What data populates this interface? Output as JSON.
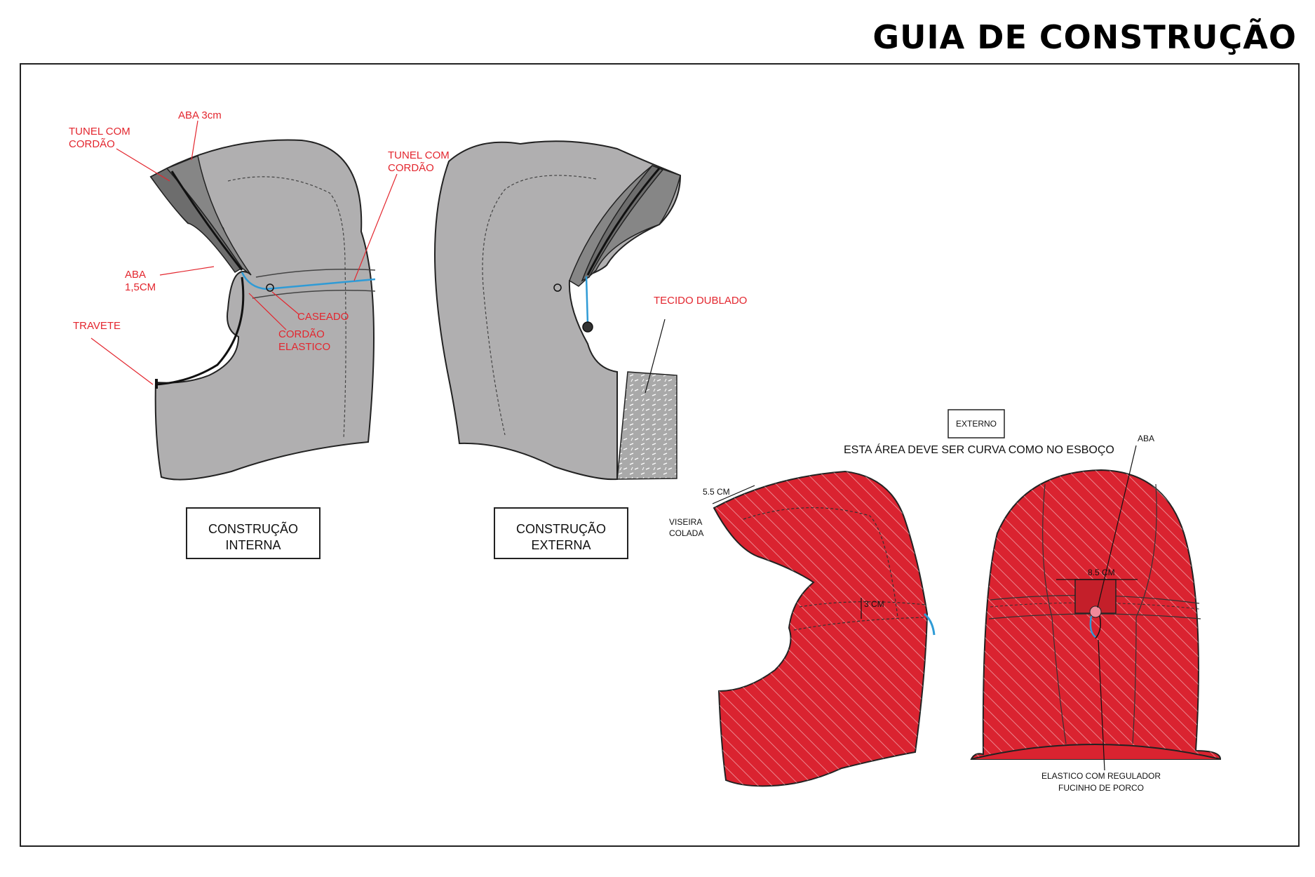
{
  "title": "GUIA DE CONSTRUÇÃO",
  "colors": {
    "grey_fabric": "#b0afb0",
    "grey_dark": "#6d6d6d",
    "red_fabric": "#da2330",
    "label_red": "#e3262e",
    "cord_blue": "#2f9bd6"
  },
  "interna": {
    "labels": {
      "tunel_top_1": "TUNEL COM",
      "tunel_top_2": "CORDÃO",
      "aba_3": "ABA 3cm",
      "tunel_right_1": "TUNEL COM",
      "tunel_right_2": "CORDÃO",
      "aba_15_1": "ABA",
      "aba_15_2": "1,5CM",
      "caseado": "CASEADO",
      "cordao_1": "CORDÃO",
      "cordao_2": "ELASTICO",
      "travete": "TRAVETE"
    },
    "caption_1": "CONSTRUÇÃO",
    "caption_2": "INTERNA"
  },
  "externa": {
    "tecido": "TECIDO DUBLADO",
    "caption_1": "CONSTRUÇÃO",
    "caption_2": "EXTERNA"
  },
  "red": {
    "externo": "EXTERNO",
    "note": "ESTA ÁREA DEVE SER CURVA COMO NO ESBOÇO",
    "dim_55": "5.5 CM",
    "viseira_1": "VISEIRA",
    "viseira_2": "COLADA",
    "dim_3": "3 CM",
    "aba": "ABA",
    "dim_85": "8.5 CM",
    "elastico_1": "ELASTICO COM REGULADOR",
    "elastico_2": "FUCINHO DE PORCO"
  }
}
